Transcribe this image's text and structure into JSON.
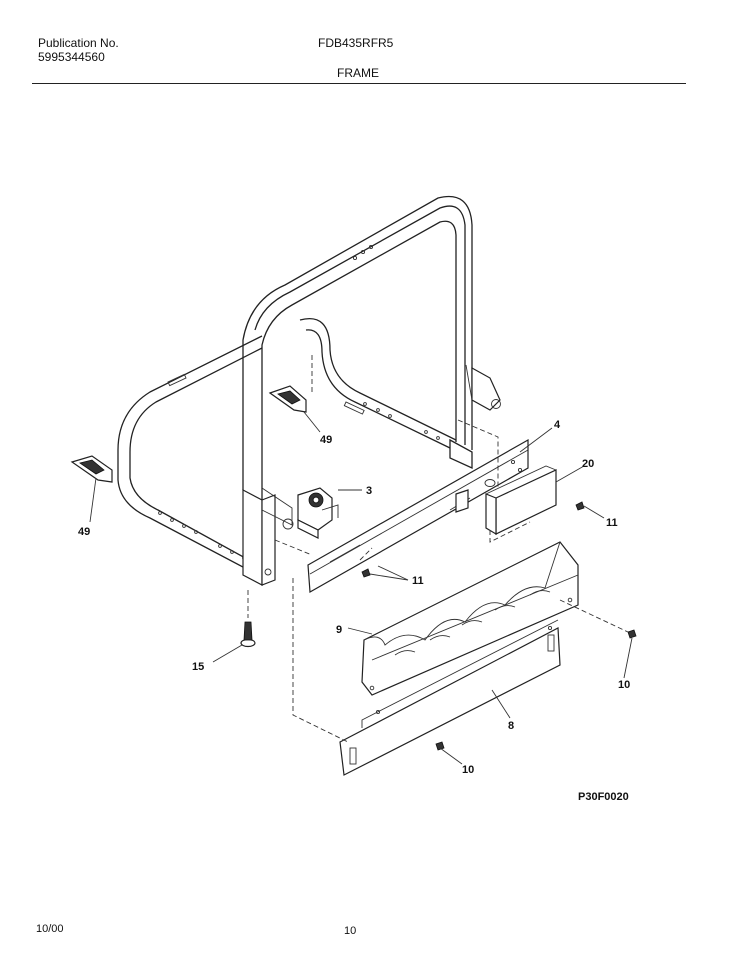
{
  "header": {
    "publication_label": "Publication No.",
    "publication_number": "5995344560",
    "model": "FDB435RFR5",
    "section_title": "FRAME"
  },
  "callouts": {
    "c3": "3",
    "c4": "4",
    "c20": "20",
    "c11a": "11",
    "c11b": "11",
    "c49a": "49",
    "c49b": "49",
    "c9": "9",
    "c15": "15",
    "c10a": "10",
    "c10b": "10",
    "c8": "8"
  },
  "figure_code": "P30F0020",
  "footer": {
    "date": "10/00",
    "page": "10"
  }
}
